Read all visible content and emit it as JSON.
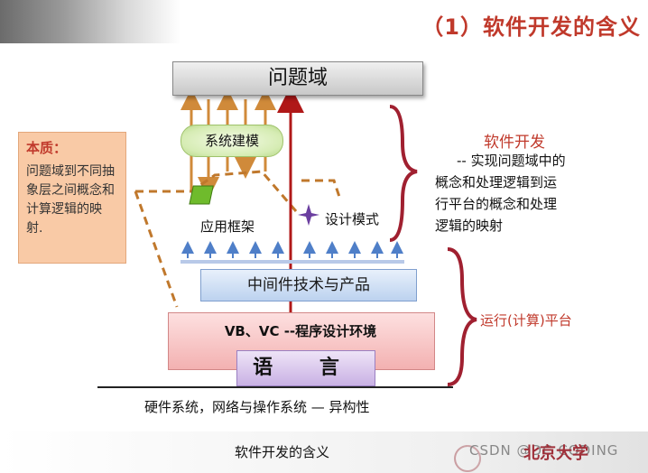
{
  "title": "（1）软件开发的含义",
  "diagram": {
    "problem_domain": "问题域",
    "system_modeling": "系统建模",
    "app_framework": "应用框架",
    "design_pattern": "设计模式",
    "middleware": "中间件技术与产品",
    "prog_env": "VB、VC  --程序设计环境",
    "language": "语 言",
    "hardware": "硬件系统，网络与操作系统  —  异构性",
    "essence": {
      "label": "本质：",
      "text": "问题域到不同抽象层之间概念和计算逻辑的映射."
    },
    "software_dev": {
      "title": "软件开发",
      "desc_lines": [
        "-- 实现问题域中的",
        "概念和处理逻辑到运",
        "行平台的概念和处理",
        "逻辑的映射"
      ]
    },
    "runtime_platform": "运行(计算)平台"
  },
  "caption": "软件开发的含义",
  "watermark": "CSDN @DC CODING",
  "logo_text": "北京大学",
  "colors": {
    "accent_red": "#c0392b",
    "arrow_orange": "#d08a3a",
    "pattern_purple": "#6b3fa0"
  }
}
